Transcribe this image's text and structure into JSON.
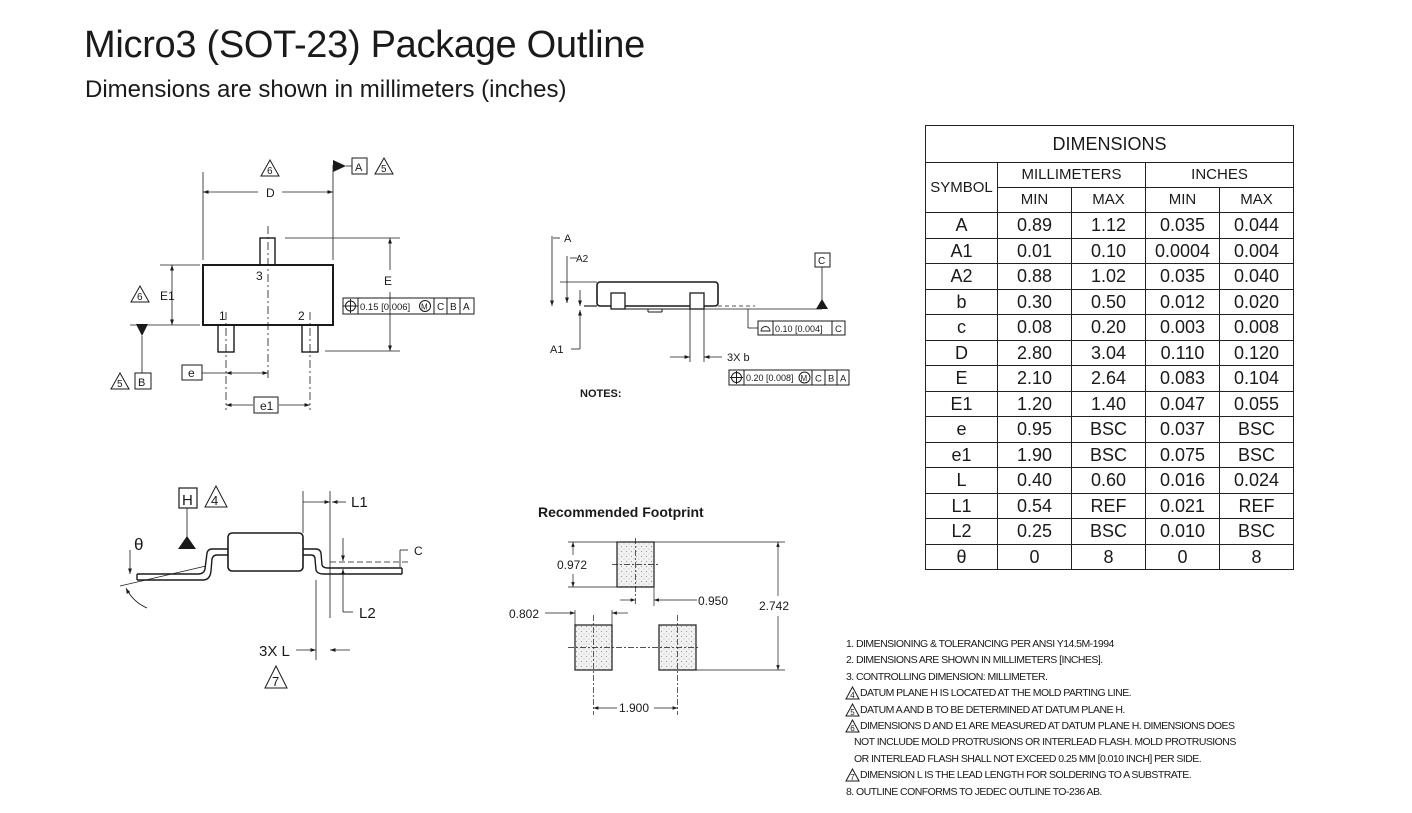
{
  "header": {
    "title": "Micro3 (SOT-23) Package Outline",
    "subtitle": "Dimensions are shown in millimeters (inches)"
  },
  "table": {
    "title": "DIMENSIONS",
    "symbol_header": "SYMBOL",
    "mm_header": "MILLIMETERS",
    "inch_header": "INCHES",
    "min_label": "MIN",
    "max_label": "MAX",
    "rows": [
      {
        "symbol": "A",
        "mm_min": "0.89",
        "mm_max": "1.12",
        "in_min": "0.035",
        "in_max": "0.044"
      },
      {
        "symbol": "A1",
        "mm_min": "0.01",
        "mm_max": "0.10",
        "in_min": "0.0004",
        "in_max": "0.004"
      },
      {
        "symbol": "A2",
        "mm_min": "0.88",
        "mm_max": "1.02",
        "in_min": "0.035",
        "in_max": "0.040"
      },
      {
        "symbol": "b",
        "mm_min": "0.30",
        "mm_max": "0.50",
        "in_min": "0.012",
        "in_max": "0.020"
      },
      {
        "symbol": "c",
        "mm_min": "0.08",
        "mm_max": "0.20",
        "in_min": "0.003",
        "in_max": "0.008"
      },
      {
        "symbol": "D",
        "mm_min": "2.80",
        "mm_max": "3.04",
        "in_min": "0.110",
        "in_max": "0.120"
      },
      {
        "symbol": "E",
        "mm_min": "2.10",
        "mm_max": "2.64",
        "in_min": "0.083",
        "in_max": "0.104"
      },
      {
        "symbol": "E1",
        "mm_min": "1.20",
        "mm_max": "1.40",
        "in_min": "0.047",
        "in_max": "0.055"
      },
      {
        "symbol": "e",
        "mm_min": "0.95",
        "mm_max": "BSC",
        "in_min": "0.037",
        "in_max": "BSC"
      },
      {
        "symbol": "e1",
        "mm_min": "1.90",
        "mm_max": "BSC",
        "in_min": "0.075",
        "in_max": "BSC"
      },
      {
        "symbol": "L",
        "mm_min": "0.40",
        "mm_max": "0.60",
        "in_min": "0.016",
        "in_max": "0.024"
      },
      {
        "symbol": "L1",
        "mm_min": "0.54",
        "mm_max": "REF",
        "in_min": "0.021",
        "in_max": "REF"
      },
      {
        "symbol": "L2",
        "mm_min": "0.25",
        "mm_max": "BSC",
        "in_min": "0.010",
        "in_max": "BSC"
      },
      {
        "symbol": "θ",
        "mm_min": "0",
        "mm_max": "8",
        "in_min": "0",
        "in_max": "8"
      }
    ]
  },
  "top_view": {
    "label_D": "D",
    "label_E": "E",
    "label_E1": "E1",
    "label_e": "e",
    "label_e1": "e1",
    "label_A": "A",
    "label_B": "B",
    "note6": "6",
    "note5": "5",
    "pin1": "1",
    "pin2": "2",
    "pin3": "3",
    "fcf": {
      "tol": "0.15 [0.006]",
      "mod": "M",
      "d1": "C",
      "d2": "B",
      "d3": "A"
    }
  },
  "side_view": {
    "label_A": "A",
    "label_A2": "A2",
    "label_A1": "A1",
    "label_C": "C",
    "label_3Xb": "3X  b",
    "flatness": {
      "tol": "0.10 [0.004]",
      "datum": "C"
    },
    "fcf": {
      "tol": "0.20 [0.008]",
      "mod": "M",
      "d1": "C",
      "d2": "B",
      "d3": "A"
    },
    "notes_title": "NOTES:"
  },
  "lead_view": {
    "label_H": "H",
    "note4": "4",
    "label_L1": "L1",
    "label_L2": "L2",
    "label_c": "C",
    "label_3XL": "3X L",
    "note7": "7",
    "theta": "θ"
  },
  "footprint": {
    "title": "Recommended Footprint",
    "dim_0972": "0.972",
    "dim_0950": "0.950",
    "dim_0802": "0.802",
    "dim_2742": "2.742",
    "dim_1900": "1.900"
  },
  "notes": [
    "1. DIMENSIONING & TOLERANCING PER ANSI Y14.5M-1994",
    "2. DIMENSIONS ARE SHOWN IN MILLIMETERS [INCHES].",
    "3. CONTROLLING DIMENSION: MILLIMETER.",
    "DATUM PLANE H IS LOCATED AT THE MOLD PARTING LINE.",
    "DATUM A AND B TO BE DETERMINED AT DATUM PLANE H.",
    "DIMENSIONS D AND E1 ARE MEASURED AT DATUM PLANE H. DIMENSIONS DOES",
    "NOT INCLUDE MOLD PROTRUSIONS OR INTERLEAD FLASH. MOLD PROTRUSIONS",
    "OR INTERLEAD FLASH SHALL NOT EXCEED 0.25 MM [0.010 INCH] PER SIDE.",
    "DIMENSION L IS THE LEAD LENGTH FOR SOLDERING TO A SUBSTRATE.",
    "8. OUTLINE CONFORMS TO JEDEC OUTLINE TO-236 AB."
  ],
  "note_markers": {
    "n4": "4",
    "n5": "5",
    "n6": "6",
    "n7": "7"
  }
}
